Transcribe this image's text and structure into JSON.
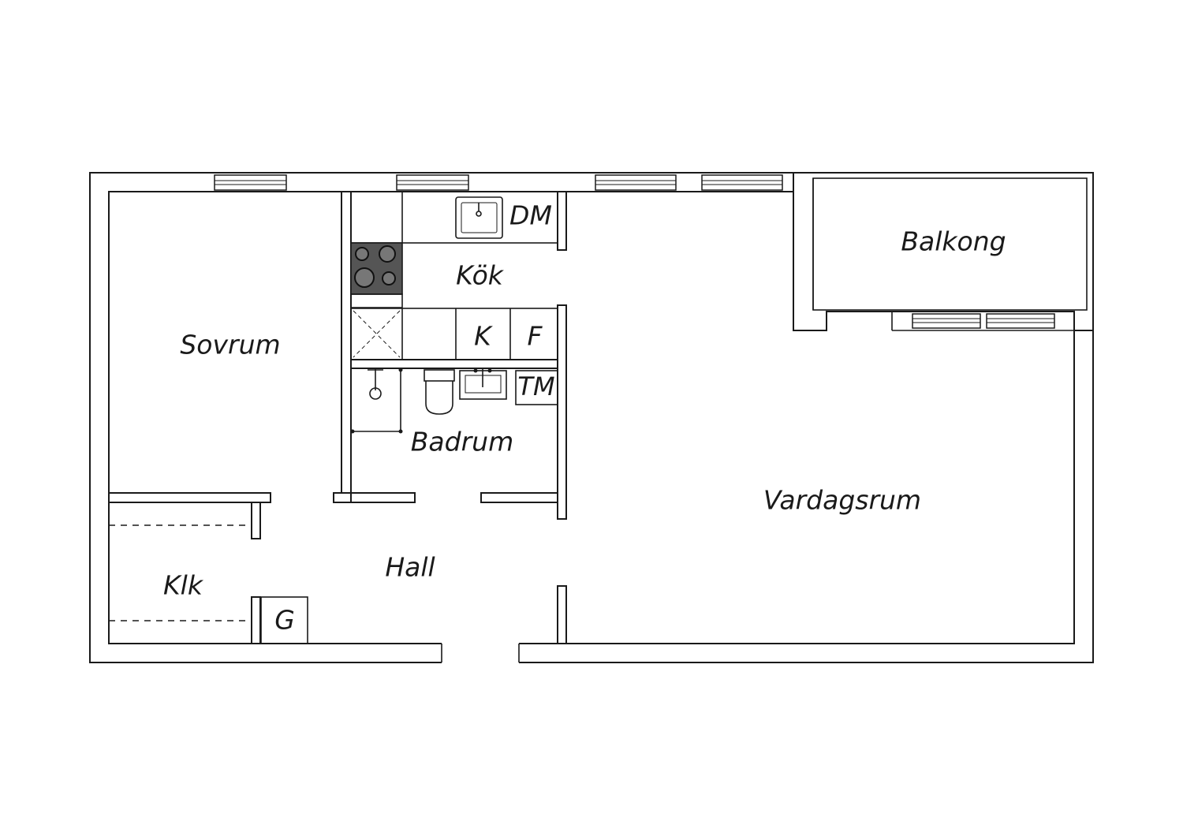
{
  "rooms": {
    "bedroom": "Sovrum",
    "kitchen": "Kök",
    "dishwasher": "DM",
    "balcony": "Balkong",
    "fridge": "K",
    "freezer": "F",
    "washing_machine": "TM",
    "bathroom": "Badrum",
    "living_room": "Vardagsrum",
    "hall": "Hall",
    "closet": "Klk",
    "wardrobe": "G"
  }
}
